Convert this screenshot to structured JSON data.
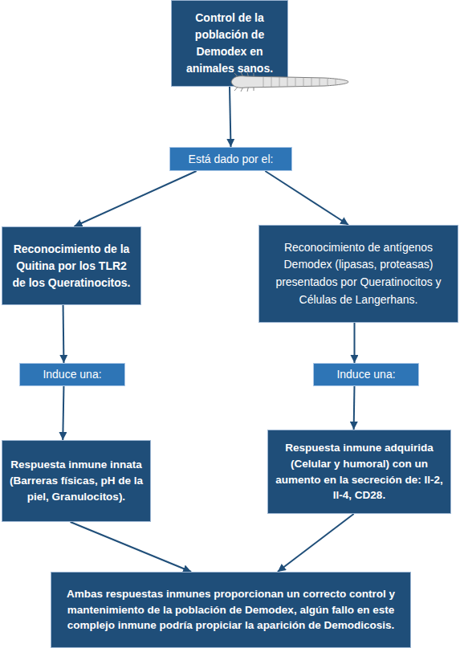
{
  "diagram": {
    "nodes": [
      {
        "text": [
          "Control de la población de Demodex en animales sanos."
        ]
      },
      {
        "text": [
          "Está dado por el:"
        ]
      },
      {
        "text": [
          "Reconocimiento de la Quitina por los TLR2 de los Queratinocitos."
        ]
      },
      {
        "text": [
          "Reconocimiento de antígenos Demodex (lipasas, proteasas) presentados por Queratinocitos y Células de Langerhans."
        ]
      },
      {
        "text": [
          "Induce una:"
        ]
      },
      {
        "text": [
          "Induce una:"
        ]
      },
      {
        "text": [
          "Respuesta inmune innata (Barreras físicas, pH de la piel, Granulocitos)."
        ]
      },
      {
        "text": [
          "Respuesta inmune adquirida (Celular y humoral) con un aumento en la secreción de: Il-2, Il-4, CD28."
        ]
      },
      {
        "text": [
          "Ambas respuestas inmunes proporcionan un correcto control y mantenimiento de la población de Demodex, algún fallo en este complejo inmune podría propiciar la aparición de Demodicosis."
        ]
      }
    ],
    "edges": [
      {
        "from": 0,
        "to": 1,
        "arrow": "to"
      },
      {
        "from": 1,
        "to": 2,
        "arrow": "to"
      },
      {
        "from": 1,
        "to": 3,
        "arrow": "to"
      },
      {
        "from": 2,
        "to": 4,
        "arrow": "to"
      },
      {
        "from": 3,
        "to": 5,
        "arrow": "to"
      },
      {
        "from": 4,
        "to": 6,
        "arrow": "to"
      },
      {
        "from": 5,
        "to": 7,
        "arrow": "to"
      },
      {
        "from": 6,
        "to": 8,
        "arrow": "to"
      },
      {
        "from": 7,
        "to": 8,
        "arrow": "to"
      }
    ]
  }
}
